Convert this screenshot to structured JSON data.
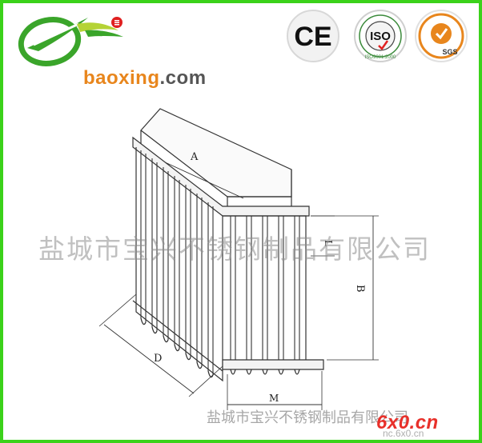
{
  "logo": {
    "brand_name": "baoxing",
    "brand_suffix": ".com",
    "colors": {
      "green": "#3aa52a",
      "orange": "#e8861d",
      "red": "#e02020"
    }
  },
  "certifications": [
    {
      "name": "ce-mark",
      "label": "CE"
    },
    {
      "name": "iso-mark",
      "label": "ISO",
      "sub_label": "ISO9001:2000"
    },
    {
      "name": "sgs-mark",
      "label": "SGS"
    }
  ],
  "drawing": {
    "dimension_labels": {
      "a": "A",
      "b": "B",
      "d": "D",
      "m": "M",
      "l": "L"
    }
  },
  "watermark": {
    "company": "盐城市宝兴不锈钢制品有限公司",
    "company_bottom": "盐城市宝兴不锈钢制品有限公司",
    "site_label": "6x0.cn",
    "site_sub": "nc.6x0.cn"
  },
  "frame_color": "#3bd21a"
}
